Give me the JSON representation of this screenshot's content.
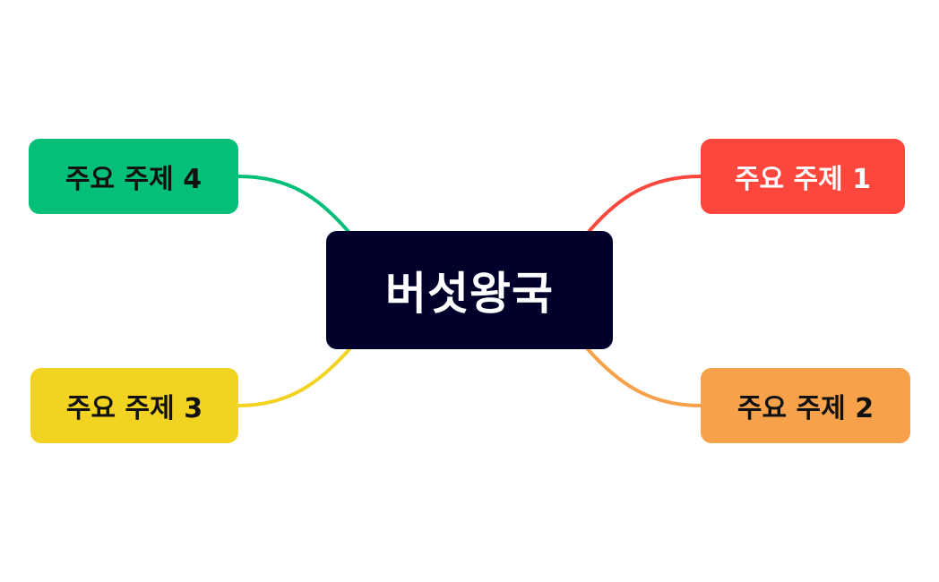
{
  "central_topic": {
    "label": "버섯왕국",
    "background": "#00002a",
    "text_color": "#ffffff"
  },
  "topics": [
    {
      "id": "topic-1",
      "label": "주요 주제 1",
      "background": "#fd473c",
      "text_color": "#ffffff",
      "line_color": "#fd473c"
    },
    {
      "id": "topic-2",
      "label": "주요 주제 2",
      "background": "#f7a24b",
      "text_color": "#111111",
      "line_color": "#f7a24b"
    },
    {
      "id": "topic-3",
      "label": "주요 주제 3",
      "background": "#f2d321",
      "text_color": "#111111",
      "line_color": "#f2d321"
    },
    {
      "id": "topic-4",
      "label": "주요 주제 4",
      "background": "#03bf78",
      "text_color": "#111111",
      "line_color": "#03bf78"
    }
  ]
}
